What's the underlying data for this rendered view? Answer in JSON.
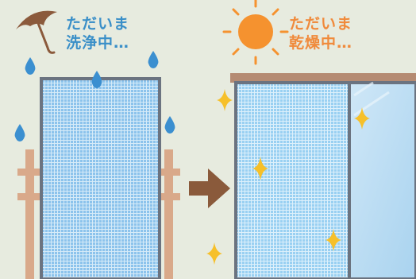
{
  "left_panel": {
    "caption_line1": "ただいま",
    "caption_line2": "洗浄中…",
    "icons": [
      "umbrella-icon",
      "raindrop-icon",
      "screen-mesh-icon",
      "post-icon"
    ]
  },
  "right_panel": {
    "caption_line1": "ただいま",
    "caption_line2": "乾燥中…",
    "icons": [
      "sun-icon",
      "sparkle-icon",
      "screen-mesh-icon",
      "window-glass-icon"
    ]
  },
  "transition_icon": "arrow-right-icon",
  "colors": {
    "background": "#e7ebdf",
    "wash_text": "#3a8fc8",
    "dry_text": "#f08a3b",
    "sun": "#f5922f",
    "raindrop": "#3b8fd0",
    "umbrella": "#8b5a3c",
    "screen_mesh": "#8cc3ec",
    "frame": "#6b7380",
    "post": "#d9a98a",
    "arrow": "#8a5a3b",
    "sparkle": "#f6c02a",
    "roof": "#b58b73"
  }
}
